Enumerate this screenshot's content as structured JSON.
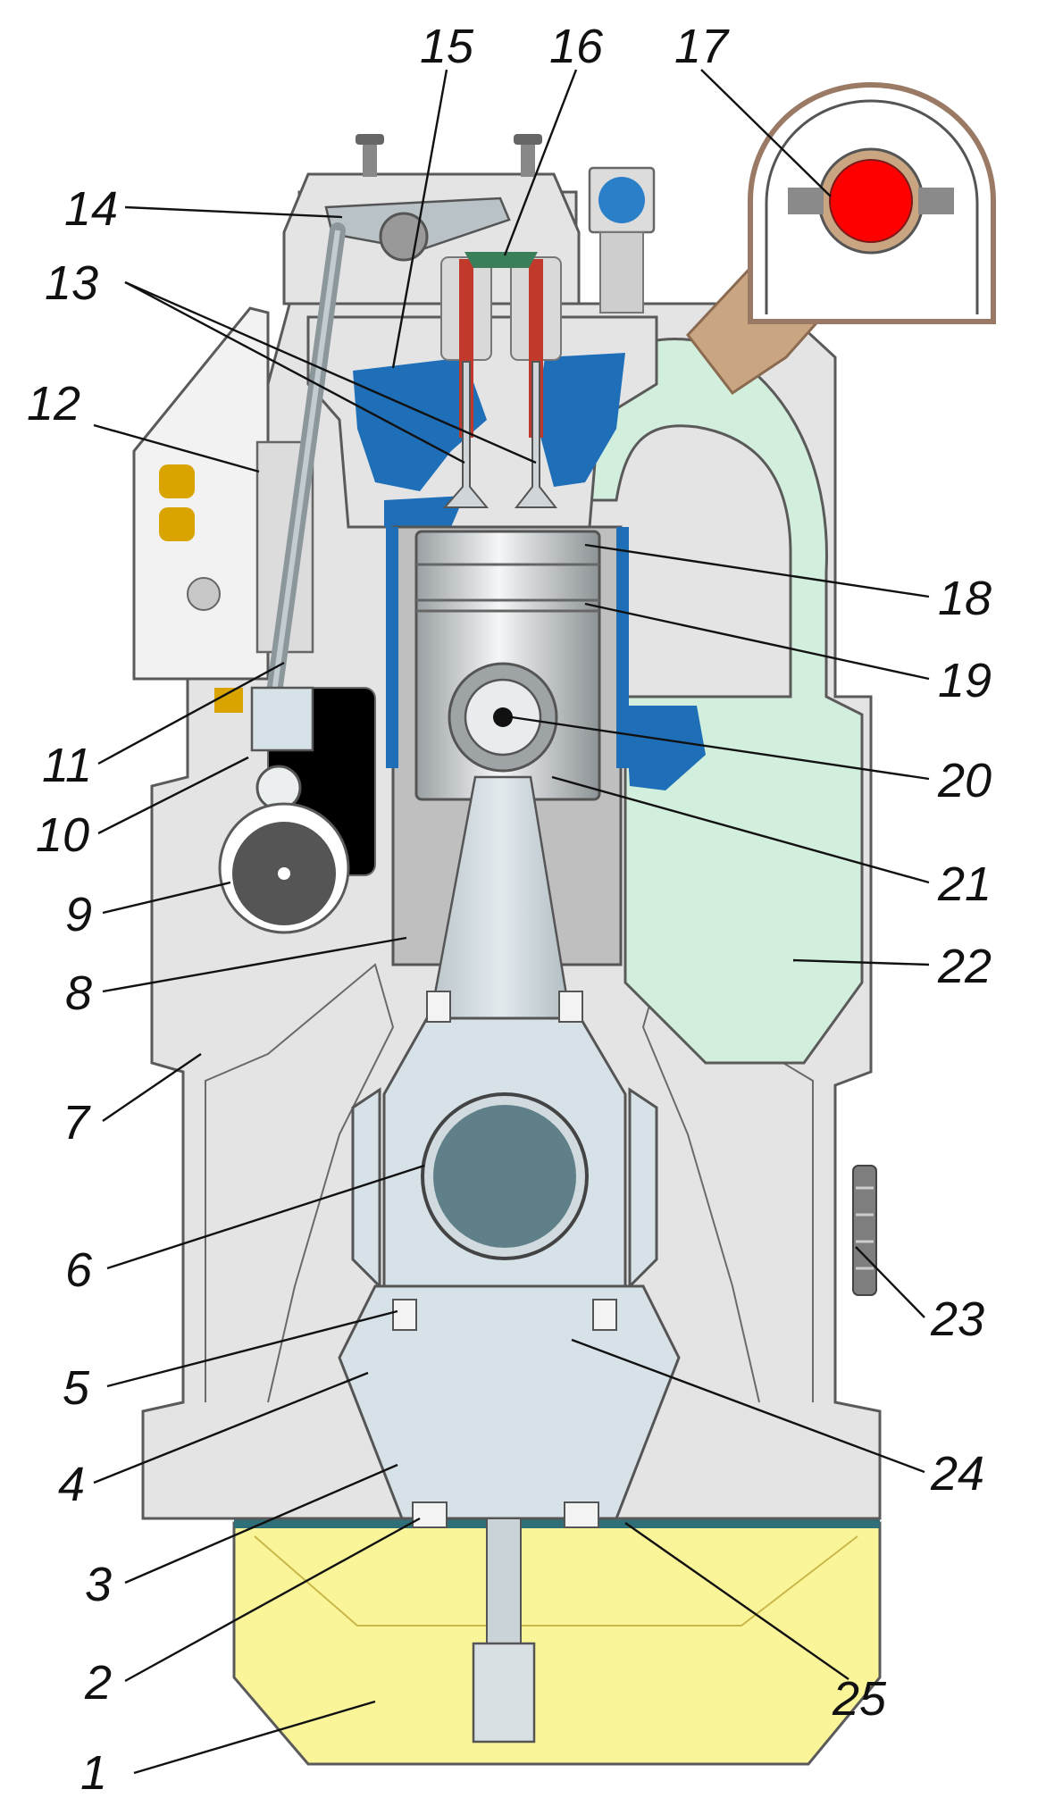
{
  "callouts": [
    {
      "number": "1"
    },
    {
      "number": "2"
    },
    {
      "number": "3"
    },
    {
      "number": "4"
    },
    {
      "number": "5"
    },
    {
      "number": "6"
    },
    {
      "number": "7"
    },
    {
      "number": "8"
    },
    {
      "number": "9"
    },
    {
      "number": "10"
    },
    {
      "number": "11"
    },
    {
      "number": "12"
    },
    {
      "number": "13"
    },
    {
      "number": "14"
    },
    {
      "number": "15"
    },
    {
      "number": "16"
    },
    {
      "number": "17"
    },
    {
      "number": "18"
    },
    {
      "number": "19"
    },
    {
      "number": "20"
    },
    {
      "number": "21"
    },
    {
      "number": "22"
    },
    {
      "number": "23"
    },
    {
      "number": "24"
    },
    {
      "number": "25"
    }
  ],
  "colors": {
    "casing": "#e4e4e4",
    "casing_dark": "#9a9a9a",
    "coolant_passages": "#1e6fb8",
    "air_duct": "#d2eedd",
    "running_gear": "#d6e2e8",
    "oil_sump": "#fbf59a",
    "exhaust_manifold": "#ff0000",
    "exhaust_elbow": "#c9a582",
    "crank_journal": "#5f7f89",
    "camshaft": "#555555",
    "valve_springs": "#c0392b",
    "sensor_pads": "#d9a300",
    "outline": "#5a5a5a"
  }
}
